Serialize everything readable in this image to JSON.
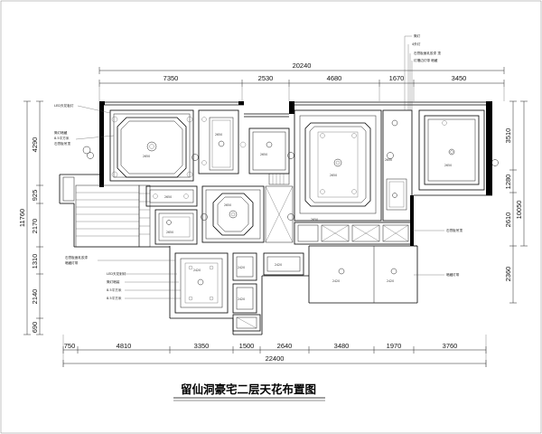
{
  "title": "留仙洞豪宅二层天花布置图",
  "dims_top": [
    "20240",
    "7350",
    "2530",
    "4680",
    "1670",
    "3450"
  ],
  "dims_bottom": [
    "750",
    "4810",
    "3350",
    "1500",
    "2640",
    "3480",
    "1970",
    "3760",
    "22400"
  ],
  "dims_left": [
    "11760",
    "4290",
    "925",
    "2170",
    "1310",
    "2140",
    "690"
  ],
  "dims_right": [
    "3510",
    "1280",
    "10050",
    "2610",
    "2360"
  ],
  "notes": {
    "top_1": "筒灯",
    "top_2": "4外灯",
    "top_3": "石膏板面乳胶漆 顶",
    "top_4": "灯槽边灯带 暗藏",
    "left_1": "LED天花板灯",
    "left_2": "筒灯暗藏",
    "left_3": "8.5平方米",
    "left_4": "石膏板吊顶",
    "left_5": "石膏板面乳胶漆",
    "left_6": "暗藏灯带",
    "left_7": "LED天花射灯",
    "left_8": "筒灯暗装",
    "left_9": "8.5平方米",
    "left_10": "8.5平方米",
    "right_1": "石膏板吊顶",
    "right_2": "暗藏灯带"
  },
  "elevations": [
    "2650",
    "2650",
    "2650",
    "2650",
    "2650",
    "2650",
    "2650",
    "2650",
    "2650",
    "2650",
    "2650",
    "2650",
    "2420",
    "2420",
    "2420",
    "2420",
    "2420",
    "2420",
    "2420"
  ]
}
